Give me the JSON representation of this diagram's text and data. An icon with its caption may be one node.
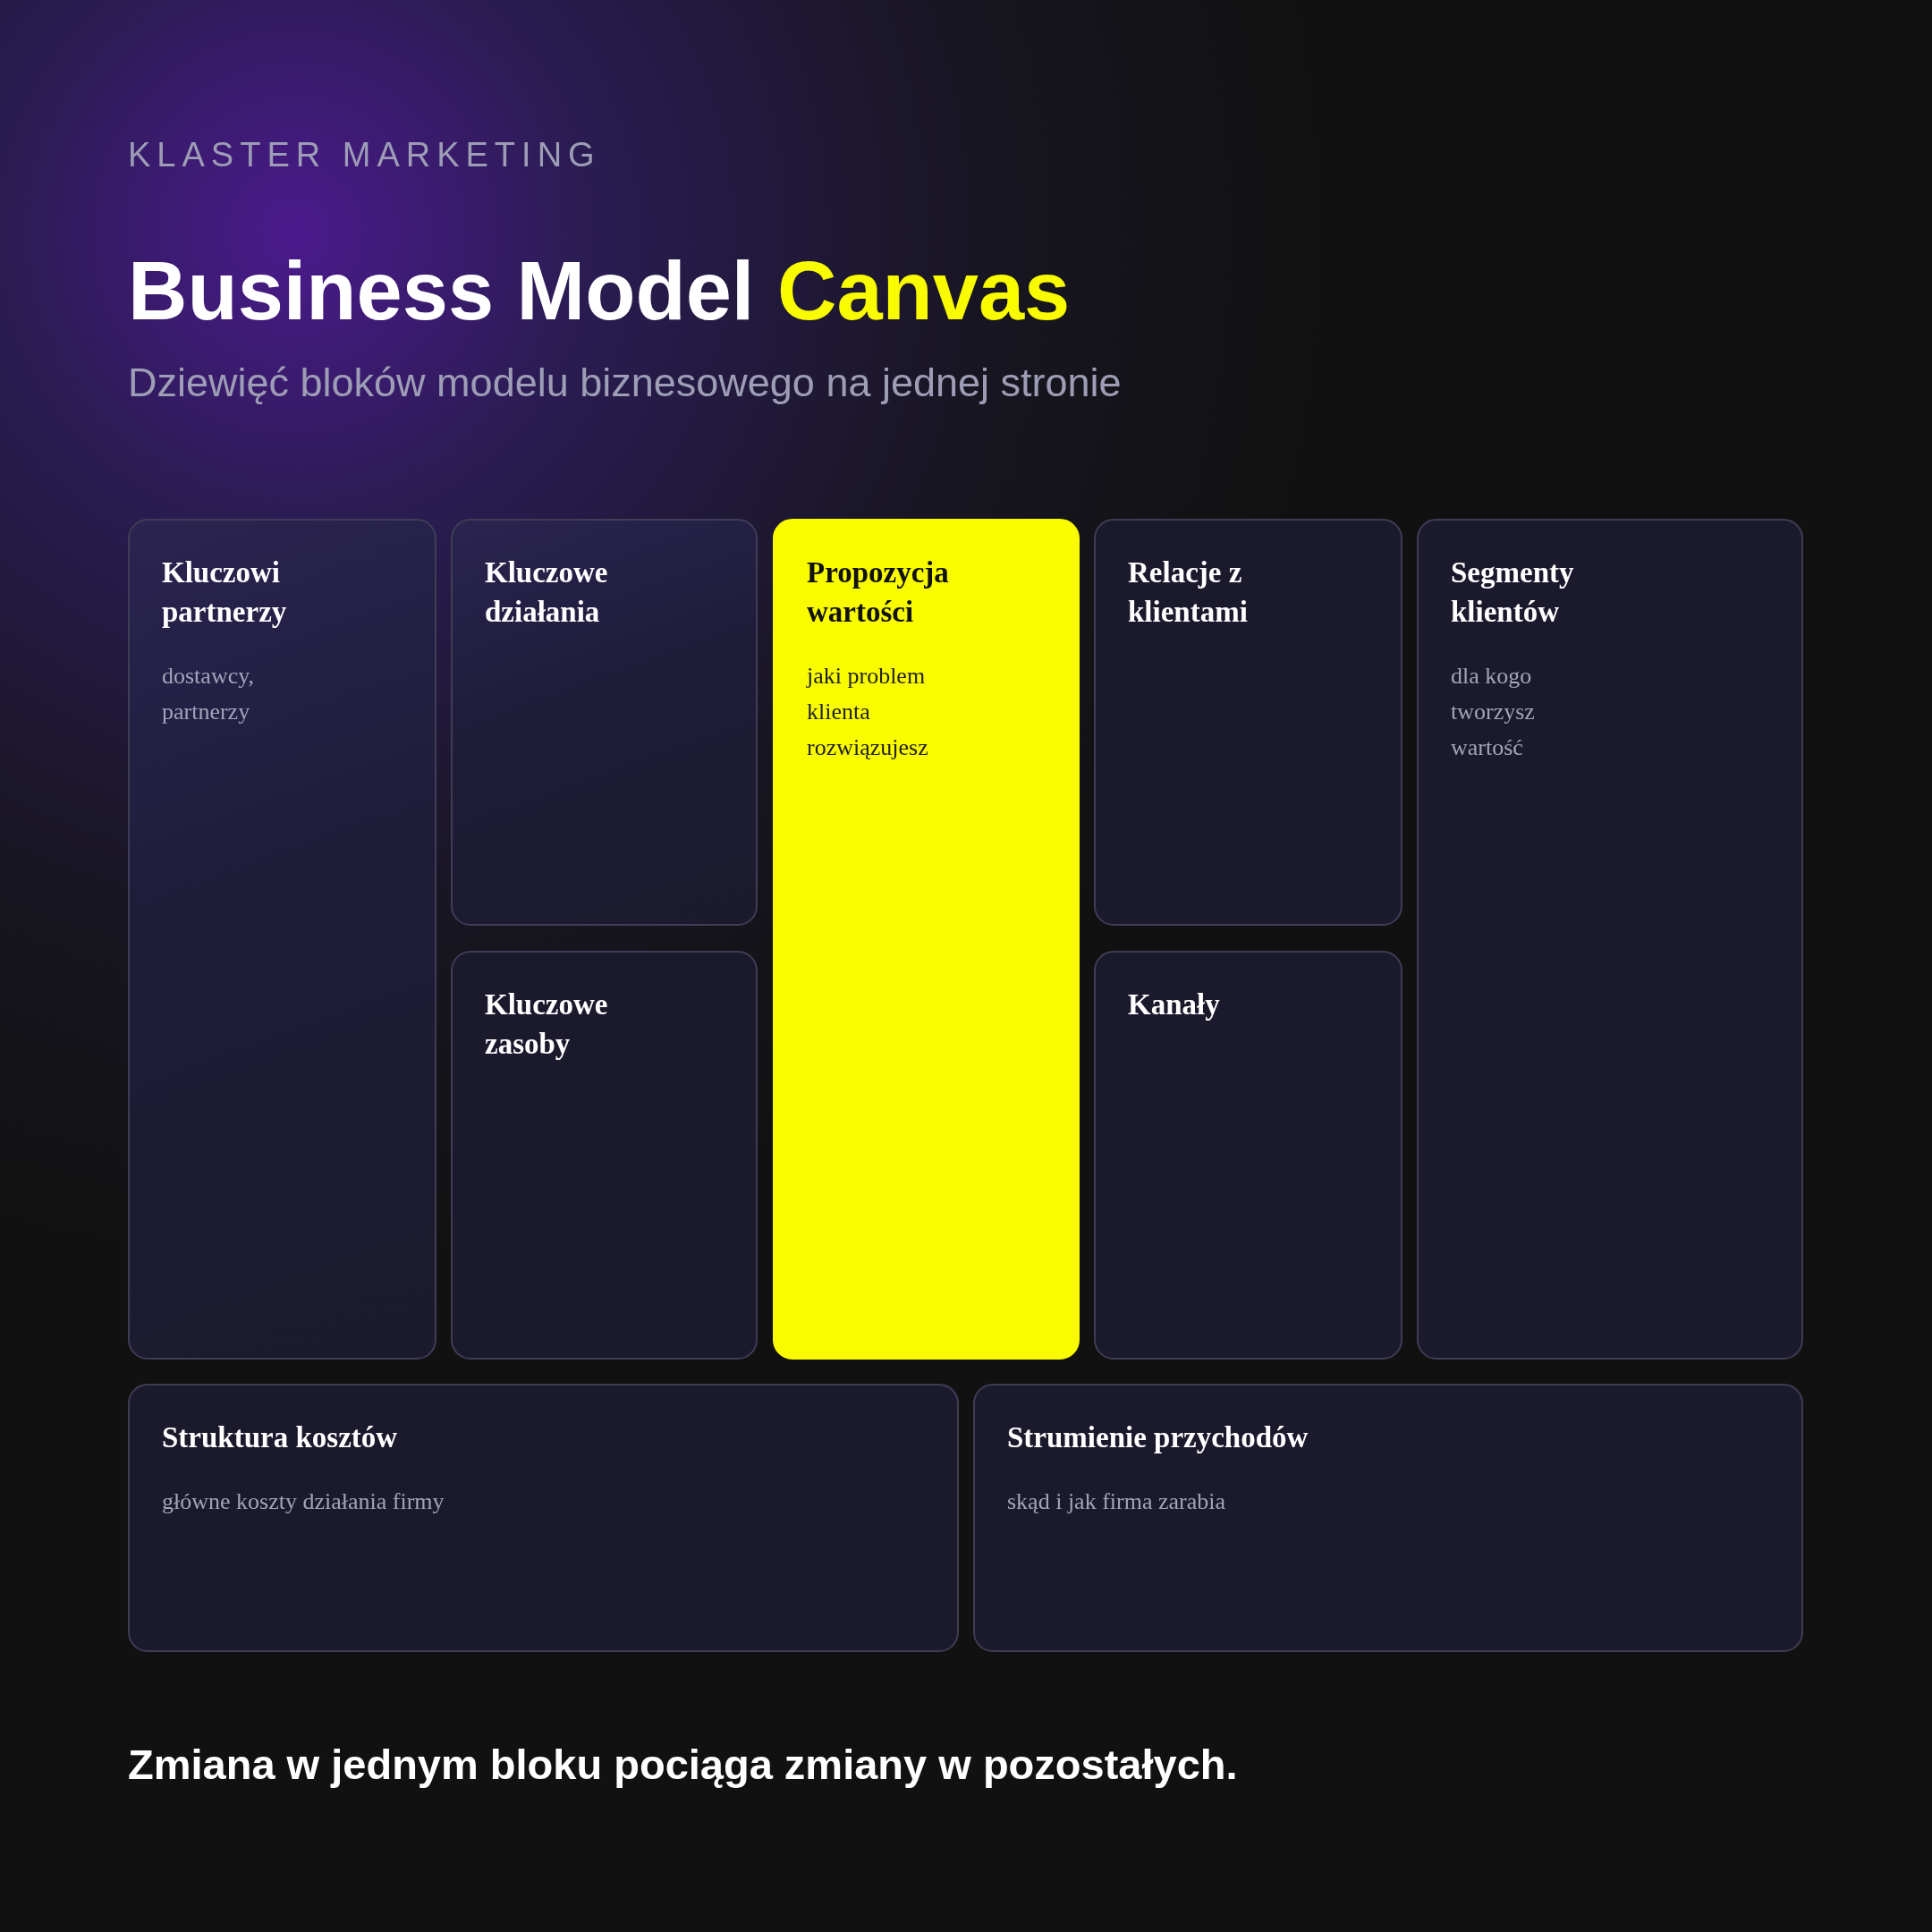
{
  "diagram": {
    "title": "Business Model Canvas",
    "nodes": [
      {
        "text": [
          "Kluczowi partnerzy",
          "dostawcy, partnerzy"
        ]
      },
      {
        "text": [
          "Kluczowe działania"
        ]
      },
      {
        "text": [
          "Propozycja wartości",
          "jaki problem klienta rozwiązujesz"
        ]
      },
      {
        "text": [
          "Relacje z klientami"
        ]
      },
      {
        "text": [
          "Segmenty klientów",
          "dla kogo tworzysz wartość"
        ]
      },
      {
        "text": [
          "Kluczowe zasoby"
        ]
      },
      {
        "text": [
          "Kanały"
        ]
      },
      {
        "text": [
          "Struktura kosztów",
          "główne koszty działania firmy"
        ]
      },
      {
        "text": [
          "Strumienie przychodów",
          "skąd i jak firma zarabia"
        ]
      }
    ],
    "labels": [
      "KLASTER MARKETING",
      "Dziewięć bloków modelu biznesowego na jednej stronie",
      "Zmiana w jednym bloku pociąga zmiany w pozostałych."
    ]
  }
}
